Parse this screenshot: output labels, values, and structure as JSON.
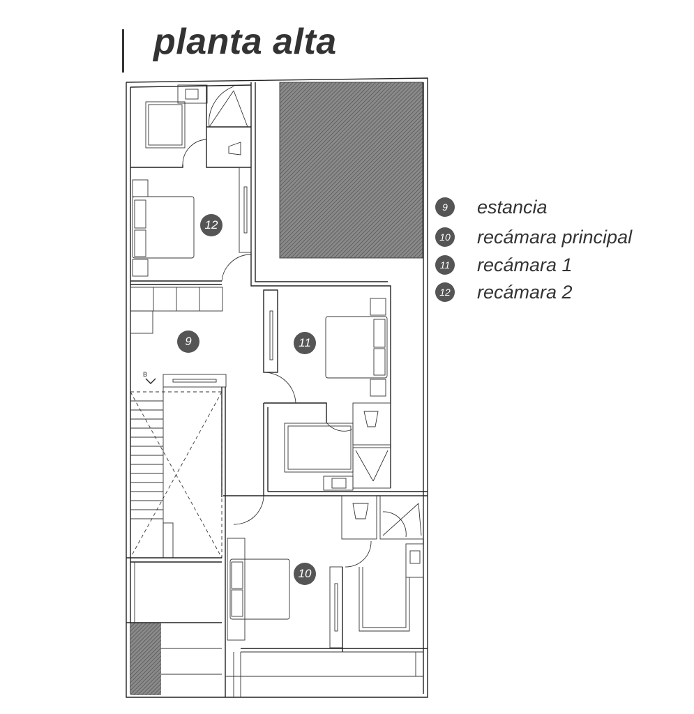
{
  "title": "planta alta",
  "section_mark": "B",
  "legend": [
    {
      "num": "9",
      "label": "estancia"
    },
    {
      "num": "10",
      "label": "recámara principal"
    },
    {
      "num": "11",
      "label": "recámara 1"
    },
    {
      "num": "12",
      "label": "recámara 2"
    }
  ],
  "room_markers": {
    "estancia": "9",
    "principal": "10",
    "recamara1": "11",
    "recamara2": "12"
  },
  "colors": {
    "badge": "#555555",
    "hatch": "#6e6e6e",
    "line": "#222222"
  }
}
